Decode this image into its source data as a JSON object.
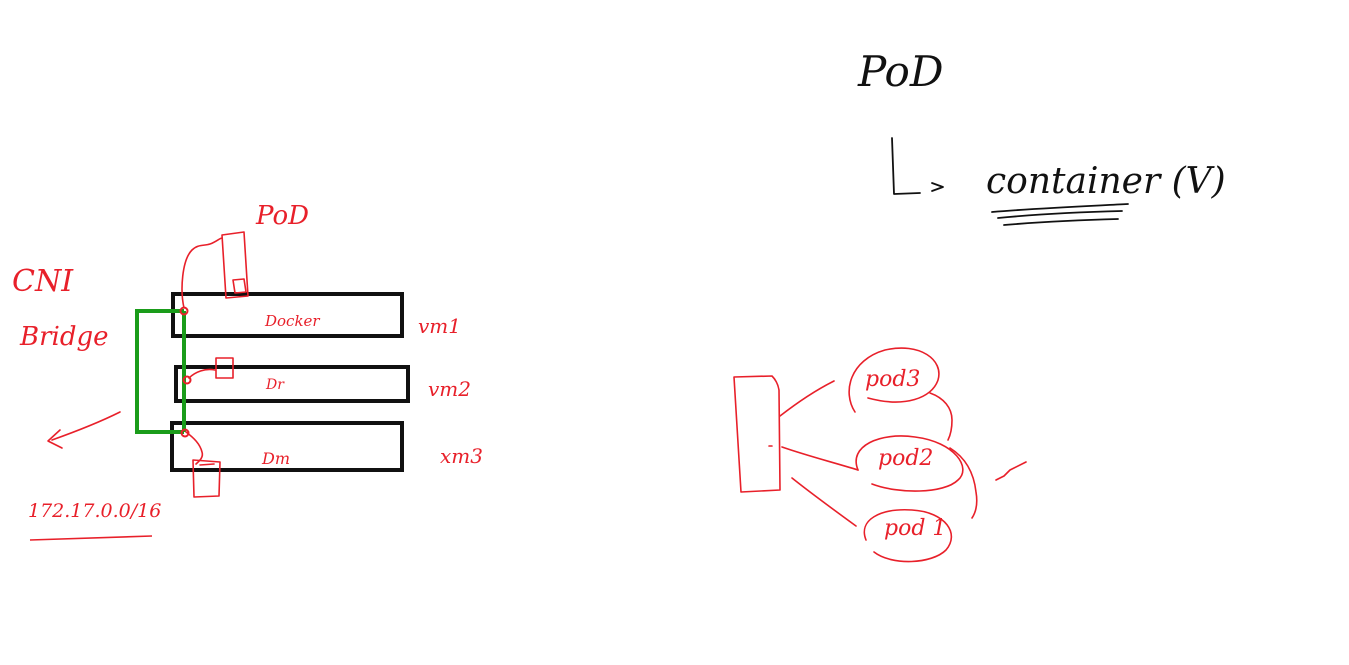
{
  "colors": {
    "ink_black": "#111111",
    "ink_red": "#e8202a",
    "ink_green": "#1a9c1a",
    "background": "#ffffff"
  },
  "left_diagram": {
    "pod_label": "PoD",
    "cni_label": "CNI",
    "bridge_label": "Bridge",
    "subnet_label": "172.17.0.0/16",
    "vms": [
      {
        "name": "vm1",
        "inner_label": "Docker"
      },
      {
        "name": "vm2",
        "inner_label": "Dr"
      },
      {
        "name": "xm3",
        "inner_label": "Dm"
      }
    ]
  },
  "right_top": {
    "title": "PoD",
    "line": "container (V)"
  },
  "right_bottom": {
    "pods": [
      "pod3",
      "pod2",
      "pod 1"
    ]
  }
}
